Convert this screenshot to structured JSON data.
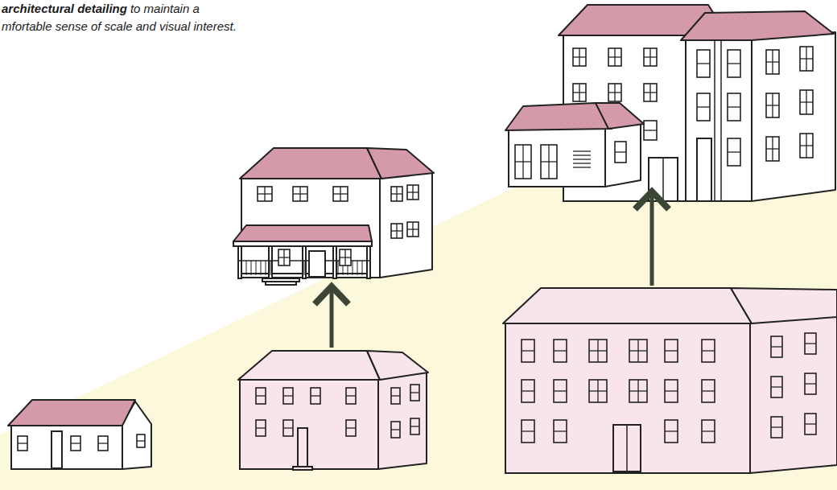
{
  "diagram": {
    "labels": [
      "architectural detailing",
      "to maintain a",
      "mfortable sense of scale and visual interest."
    ]
  }
}
